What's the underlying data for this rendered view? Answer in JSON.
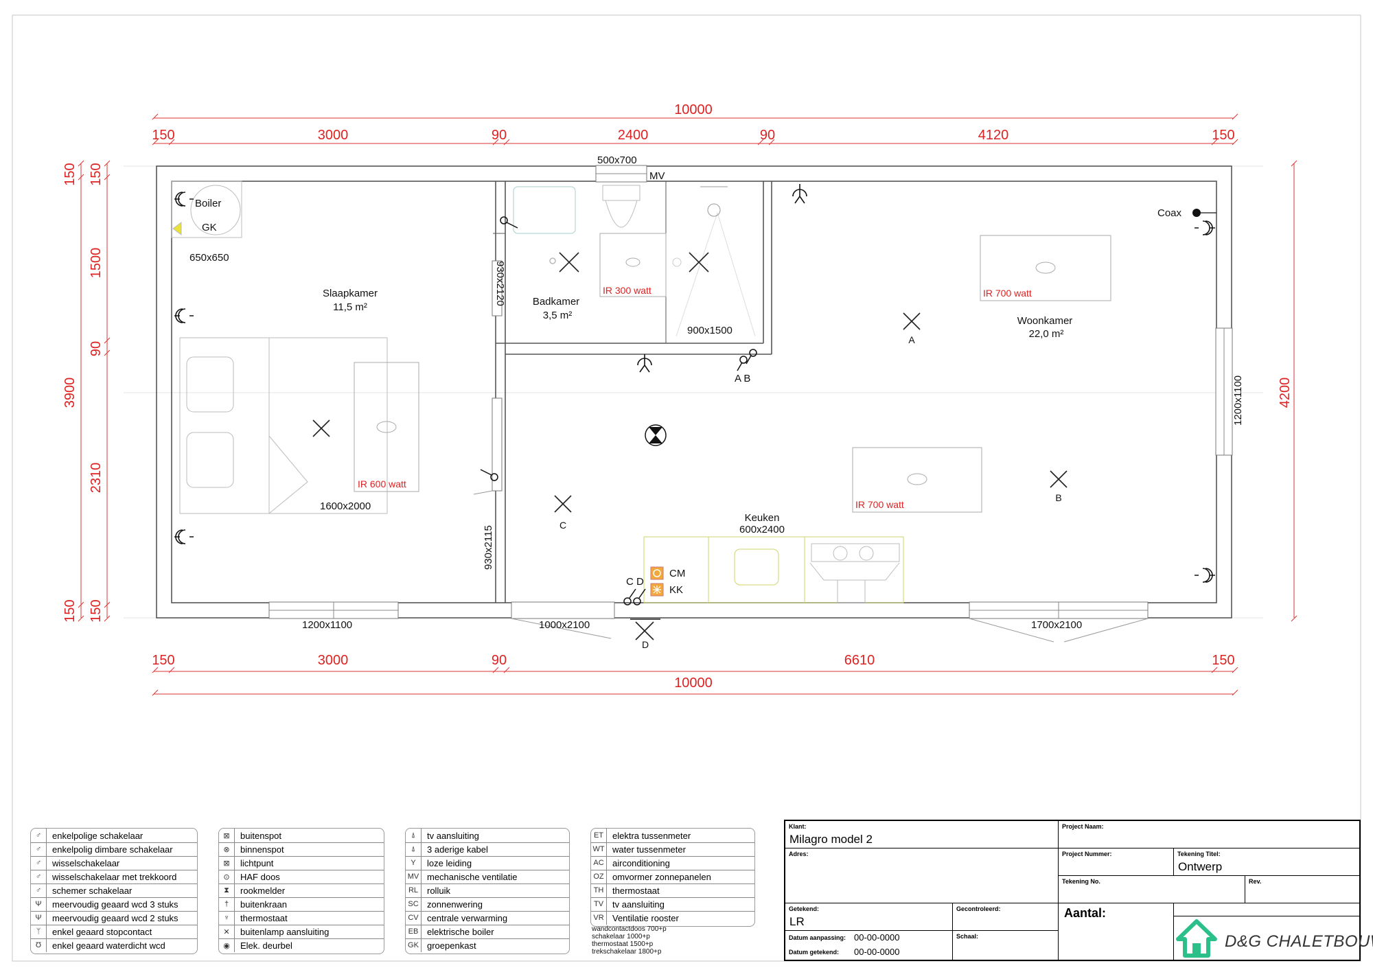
{
  "dims": {
    "top_total": "10000",
    "top_segments": [
      "150",
      "3000",
      "90",
      "2400",
      "90",
      "4120",
      "150"
    ],
    "bottom_segments": [
      "150",
      "3000",
      "90",
      "6610",
      "150"
    ],
    "bottom_total": "10000",
    "left_outer": [
      "150",
      "3900",
      "150"
    ],
    "left_inner": [
      "150",
      "1500",
      "90",
      "2310",
      "150"
    ],
    "right_total": "4200"
  },
  "rooms": {
    "slaapkamer": {
      "name": "Slaapkamer",
      "area": "11,5 m²"
    },
    "badkamer": {
      "name": "Badkamer",
      "area": "3,5 m²"
    },
    "woonkamer": {
      "name": "Woonkamer",
      "area": "22,0 m²"
    },
    "keuken": {
      "name": "Keuken",
      "size": "600x2400"
    }
  },
  "plan_labels": {
    "boiler": "Boiler",
    "gk": "GK",
    "boiler_size": "650x650",
    "window_top": "500x700",
    "mv": "MV",
    "door_bath": "930x2120",
    "shower": "900x1500",
    "bed": "1600x2000",
    "door_bed": "930x2115",
    "coax": "Coax",
    "window_right": "1200x1100",
    "window_left_bottom": "1200x1100",
    "door_front": "1000x2100",
    "door_patio": "1700x2100",
    "cm": "CM",
    "kk": "KK",
    "sw_ab": "A B",
    "sw_cd": "C D"
  },
  "heaters": [
    "IR 300 watt",
    "IR 700 watt",
    "IR 600 watt",
    "IR 700 watt"
  ],
  "light_labels": [
    "A",
    "B",
    "C",
    "D"
  ],
  "legend": {
    "col1": [
      "enkelpolige schakelaar",
      "enkelpolig dimbare schakelaar",
      "wisselschakelaar",
      "wisselschakelaar met trekkoord",
      "schemer schakelaar",
      "meervoudig geaard wcd 3 stuks",
      "meervoudig geaard wcd 2 stuks",
      "enkel geaard stopcontact",
      "enkel geaard waterdicht wcd"
    ],
    "col2": [
      "buitenspot",
      "binnenspot",
      "lichtpunt",
      "HAF doos",
      "rookmelder",
      "buitenkraan",
      "thermostaat",
      "buitenlamp aansluiting",
      "Elek. deurbel"
    ],
    "col3": [
      {
        "code": "",
        "label": "tv aansluiting"
      },
      {
        "code": "",
        "label": "3 aderige kabel"
      },
      {
        "code": "",
        "label": "loze leiding"
      },
      {
        "code": "MV",
        "label": "mechanische ventilatie"
      },
      {
        "code": "RL",
        "label": "rolluik"
      },
      {
        "code": "SC",
        "label": "zonnenwering"
      },
      {
        "code": "CV",
        "label": "centrale verwarming"
      },
      {
        "code": "EB",
        "label": "elektrische boiler"
      },
      {
        "code": "GK",
        "label": "groepenkast"
      }
    ],
    "col4": [
      {
        "code": "ET",
        "label": "elektra tussenmeter"
      },
      {
        "code": "WT",
        "label": "water tussenmeter"
      },
      {
        "code": "AC",
        "label": "airconditioning"
      },
      {
        "code": "OZ",
        "label": "omvormer zonnepanelen"
      },
      {
        "code": "TH",
        "label": "thermostaat"
      },
      {
        "code": "TV",
        "label": "tv aansluiting"
      },
      {
        "code": "VR",
        "label": "Ventilatie rooster"
      }
    ],
    "notes": [
      "wandcontactdoos 700+p",
      "schakelaar 1000+p",
      "thermostaat 1500+p",
      "trekschakelaar 1800+p"
    ]
  },
  "title_block": {
    "klant_key": "Klant:",
    "klant": "Milagro model 2",
    "adres_key": "Adres:",
    "getekend_key": "Getekend:",
    "getekend": "LR",
    "gecontroleerd_key": "Gecontroleerd:",
    "datum_aanpassing_key": "Datum aanpassing:",
    "datum_aanpassing": "00-00-0000",
    "datum_getekend_key": "Datum getekend:",
    "datum_getekend": "00-00-0000",
    "schaal_key": "Schaal:",
    "project_naam_key": "Project Naam:",
    "project_nummer_key": "Project Nummer:",
    "tekening_titel_key": "Tekening Titel:",
    "tekening_titel": "Ontwerp",
    "tekening_no_key": "Tekening No.",
    "rev_key": "Rev.",
    "aantal_key": "Aantal:",
    "logo_text": "D&G CHALETBOUW"
  }
}
